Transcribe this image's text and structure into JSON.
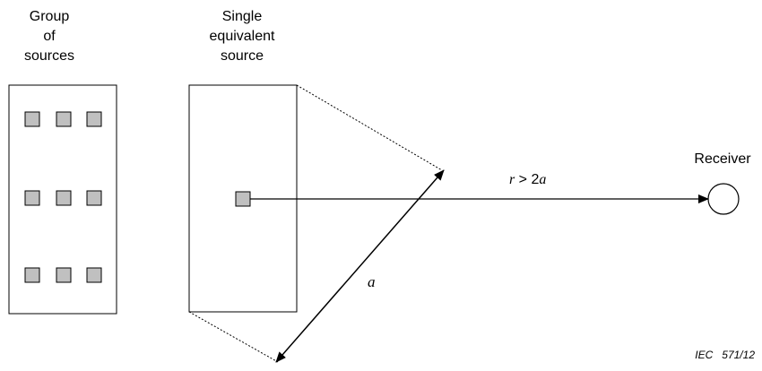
{
  "labels": {
    "group_line1": "Group",
    "group_line2": "of",
    "group_line3": "sources",
    "single_line1": "Single",
    "single_line2": "equivalent",
    "single_line3": "source",
    "receiver": "Receiver",
    "distance_var": "r",
    "distance_op": " > 2",
    "distance_a": "a",
    "dimension_a": "a",
    "figure_id": "IEC   571/12"
  },
  "colors": {
    "source_fill": "#c0c0c0",
    "stroke": "#000000"
  }
}
